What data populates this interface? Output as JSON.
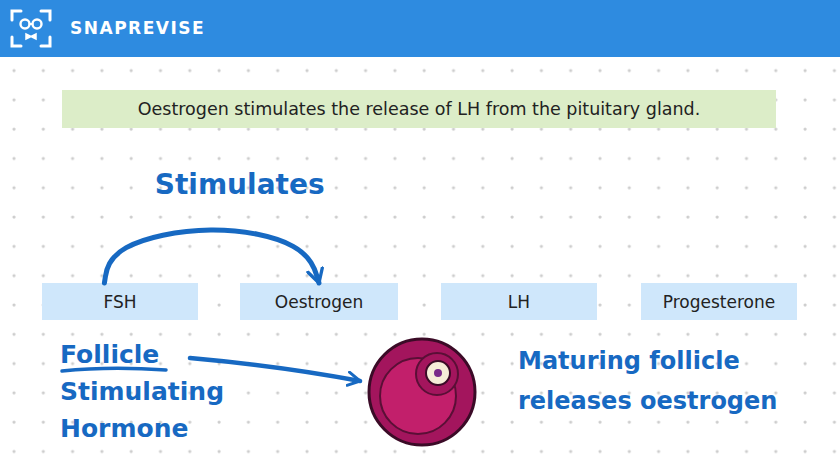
{
  "diagram": {
    "nodes": [
      {
        "text": [
          "Oestrogen stimulates the release of LH from the pituitary gland."
        ]
      },
      {
        "text": [
          "FSH"
        ]
      },
      {
        "text": [
          "Oestrogen"
        ]
      },
      {
        "text": [
          "LH"
        ]
      },
      {
        "text": [
          "Progesterone"
        ]
      }
    ],
    "edges": [
      {
        "from": 1,
        "to": 2,
        "arrow": "to",
        "label": "Stimulates"
      }
    ],
    "labels": [
      "SNAPREVISE",
      "Follicle Stimulating Hormone",
      "Maturing follicle releases oestrogen"
    ]
  }
}
